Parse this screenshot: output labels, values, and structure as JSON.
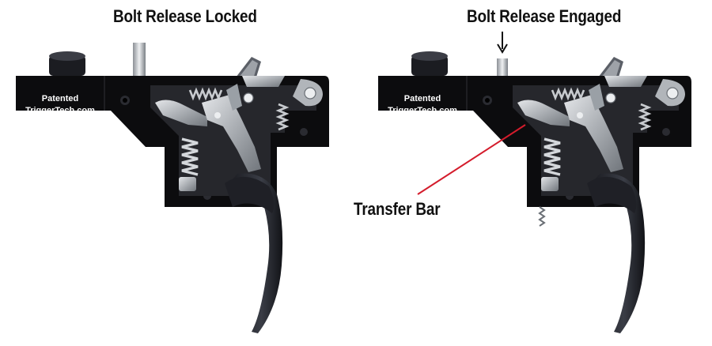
{
  "captions": {
    "left_title": "Bolt Release Locked",
    "right_title": "Bolt Release Engaged",
    "callout": "Transfer Bar"
  },
  "brand": {
    "line1": "Patented",
    "line2": "TriggerTech.com"
  },
  "colors": {
    "housing": "#0c0c0e",
    "steel": "#b9bcc0",
    "callout_line": "#d41c2c",
    "text": "#111111"
  },
  "icons": {
    "arrow": "down-arrow-icon"
  }
}
